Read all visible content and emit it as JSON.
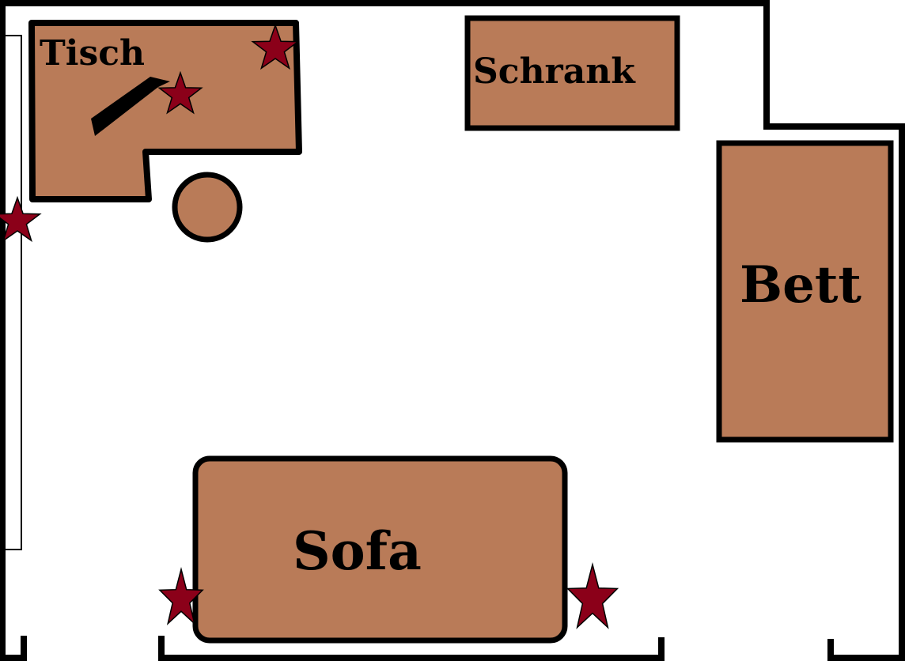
{
  "colors": {
    "furniture": "#b97b58",
    "outline": "#000000",
    "star": "#8b0019",
    "background": "#ffffff"
  },
  "rooms": {
    "labels": {
      "table": "Tisch",
      "wardrobe": "Schrank",
      "bed": "Bett",
      "sofa": "Sofa"
    }
  }
}
